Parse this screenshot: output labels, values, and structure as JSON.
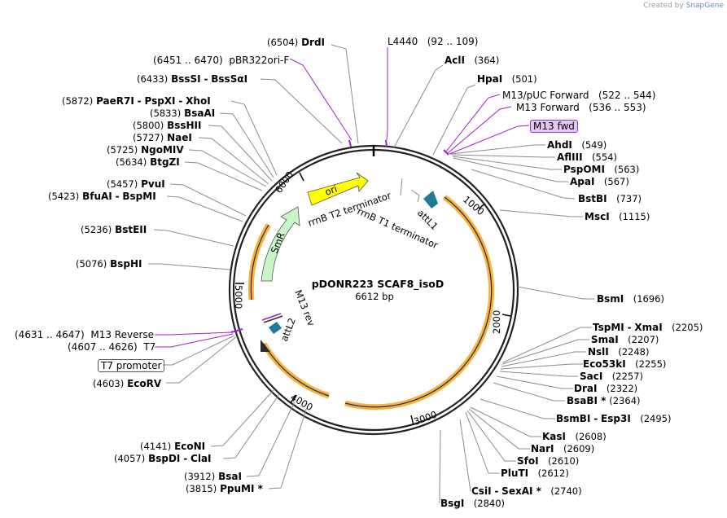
{
  "credit": {
    "prefix": "Created by",
    "brand": "SnapGene"
  },
  "plasmid": {
    "name": "pDONR223 SCAF8_isoD",
    "size": "6612 bp"
  },
  "ticks": [
    "1000",
    "2000",
    "3000",
    "4000",
    "5000",
    "6000"
  ],
  "features": {
    "ori": "ori",
    "smr": "SmR",
    "t2": "rrnB T2 terminator",
    "t1": "rrnB T1 terminator",
    "attl1": "attL1",
    "attl2": "attL2",
    "m13rev": "M13 rev"
  },
  "enzymes": [
    {
      "name": "DrdI",
      "pos": "(6504)"
    },
    {
      "name": "BssSI",
      "sep": "-",
      "name2": "BssSαI",
      "pos": "(6433)"
    },
    {
      "name": "PaeR7I",
      "sep": "-",
      "name2": "PspXI",
      "sep2": "-",
      "name3": "XhoI",
      "pos": "(5872)"
    },
    {
      "name": "BsaAI",
      "pos": "(5833)"
    },
    {
      "name": "BssHII",
      "pos": "(5800)"
    },
    {
      "name": "NaeI",
      "pos": "(5727)"
    },
    {
      "name": "NgoMIV",
      "pos": "(5725)"
    },
    {
      "name": "BtgZI",
      "pos": "(5634)"
    },
    {
      "name": "PvuI",
      "pos": "(5457)"
    },
    {
      "name": "BfuAI",
      "sep": "-",
      "name2": "BspMI",
      "pos": "(5423)"
    },
    {
      "name": "BstEII",
      "pos": "(5236)"
    },
    {
      "name": "BspHI",
      "pos": "(5076)"
    },
    {
      "name": "EcoRV",
      "pos": "(4603)"
    },
    {
      "name": "EcoNI",
      "pos": "(4141)"
    },
    {
      "name": "BspDI",
      "sep": "-",
      "name2": "ClaI",
      "pos": "(4057)"
    },
    {
      "name": "BsaI",
      "pos": "(3912)"
    },
    {
      "name": "PpuMI *",
      "pos": "(3815)"
    },
    {
      "name": "AclI",
      "pos": "(364)"
    },
    {
      "name": "HpaI",
      "pos": "(501)"
    },
    {
      "name": "AhdI",
      "pos": "(549)"
    },
    {
      "name": "AflIII",
      "pos": "(554)"
    },
    {
      "name": "PspOMI",
      "pos": "(563)"
    },
    {
      "name": "ApaI",
      "pos": "(567)"
    },
    {
      "name": "BstBI",
      "pos": "(737)"
    },
    {
      "name": "MscI",
      "pos": "(1115)"
    },
    {
      "name": "BsmI",
      "pos": "(1696)"
    },
    {
      "name": "TspMI",
      "sep": "-",
      "name2": "XmaI",
      "pos": "(2205)"
    },
    {
      "name": "SmaI",
      "pos": "(2207)"
    },
    {
      "name": "NslI",
      "pos": "(2248)"
    },
    {
      "name": "Eco53kI",
      "pos": "(2255)"
    },
    {
      "name": "SacI",
      "pos": "(2257)"
    },
    {
      "name": "DraI",
      "pos": "(2322)"
    },
    {
      "name": "BsaBI *",
      "pos": "(2364)"
    },
    {
      "name": "BsmBI",
      "sep": "-",
      "name2": "Esp3I",
      "pos": "(2495)"
    },
    {
      "name": "KasI",
      "pos": "(2608)"
    },
    {
      "name": "NarI",
      "pos": "(2609)"
    },
    {
      "name": "SfoI",
      "pos": "(2610)"
    },
    {
      "name": "PluTI",
      "pos": "(2612)"
    },
    {
      "name": "CsiI",
      "sep": "-",
      "name2": "SexAI *",
      "pos": "(2740)"
    },
    {
      "name": "BsgI",
      "pos": "(2840)"
    }
  ],
  "primers": [
    {
      "name": "L4440",
      "range": "(92 .. 109)"
    },
    {
      "name": "pBR322ori-F",
      "range": "(6451 .. 6470)"
    },
    {
      "name": "M13/pUC Forward",
      "range": "(522 .. 544)"
    },
    {
      "name": "M13 Forward",
      "range": "(536 .. 553)"
    },
    {
      "name": "M13 fwd"
    },
    {
      "name": "M13 Reverse",
      "range": "(4631 .. 4647)"
    },
    {
      "name": "T7",
      "range": "(4607 .. 4626)"
    },
    {
      "name": "T7 promoter"
    }
  ],
  "colors": {
    "ori": "#ffff00",
    "smr": "#c8f5c8",
    "att": "#1e7a96",
    "orf": "#f5b342",
    "primer": "#9b30c8",
    "backbone": "#1a1a1a"
  }
}
